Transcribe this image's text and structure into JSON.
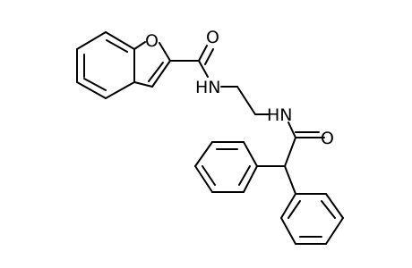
{
  "structure": {
    "atom_labels": {
      "furan_o": "O",
      "carbonyl_o_1": "O",
      "amide_n_1": "HN",
      "amide_n_2": "HN",
      "carbonyl_o_2": "O"
    },
    "colors": {
      "bond": "#000000",
      "label": "#000000",
      "background": "#ffffff"
    }
  }
}
